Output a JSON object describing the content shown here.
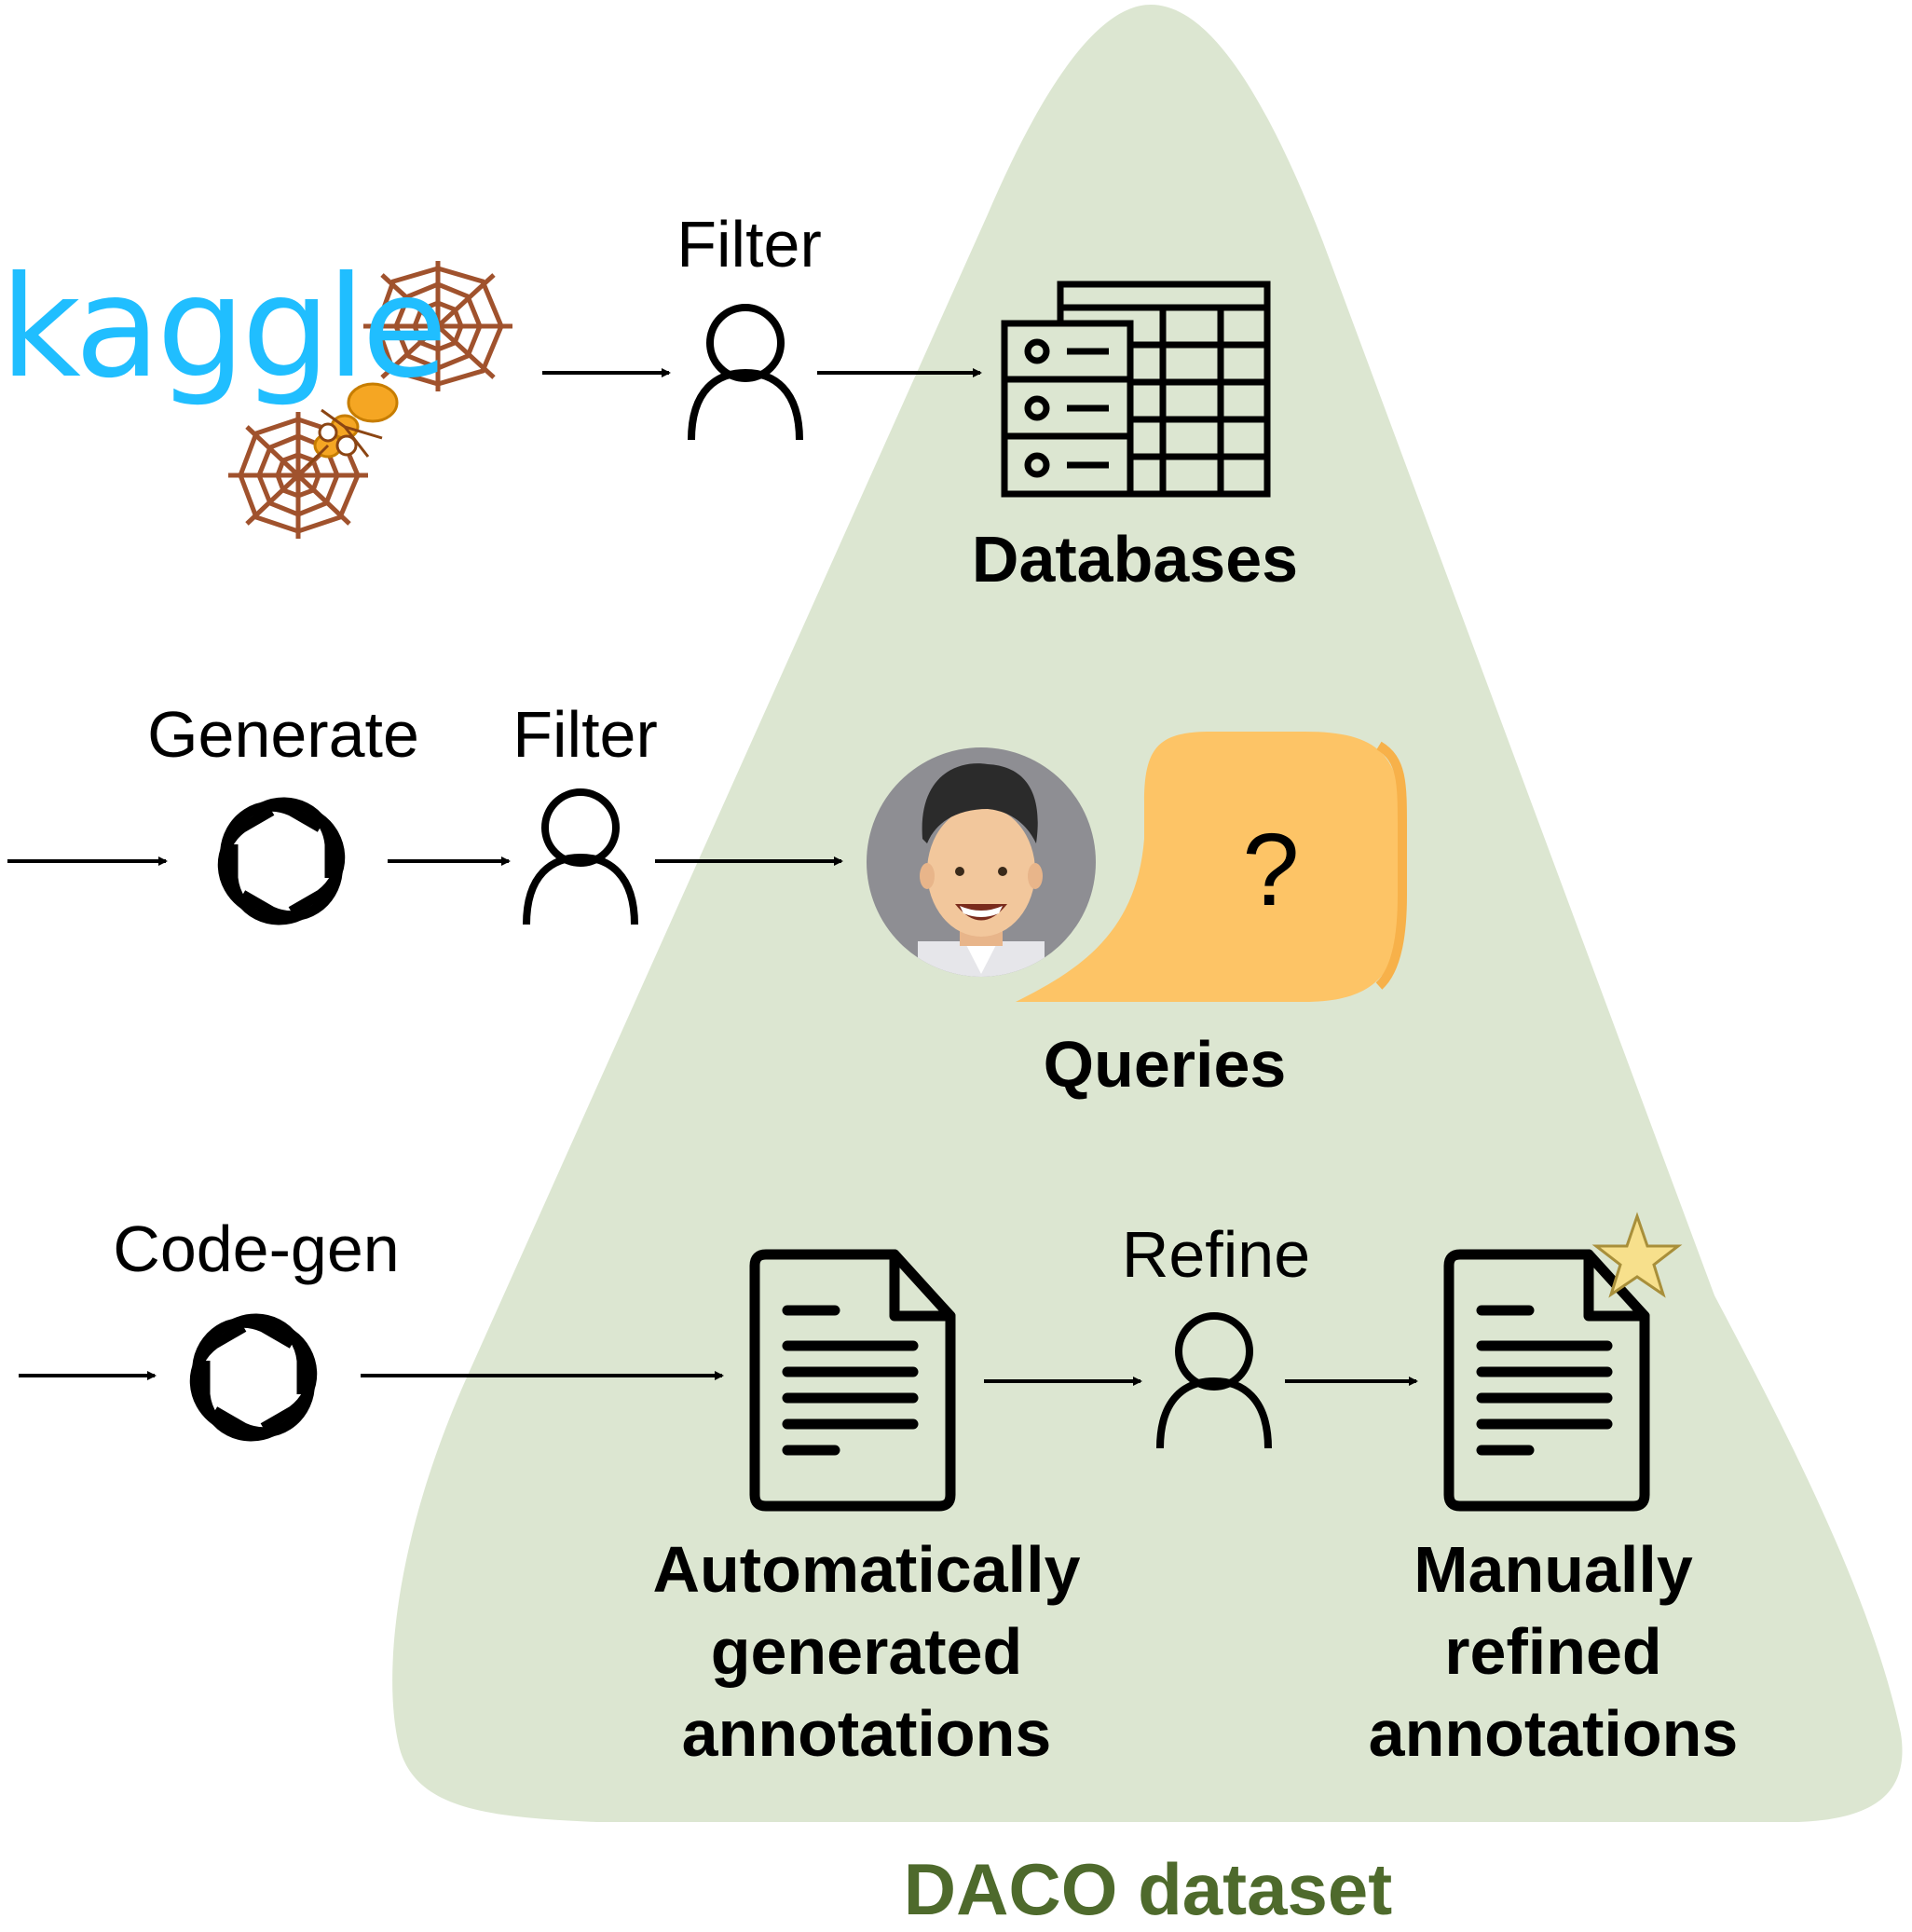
{
  "dataset_title": "DACO dataset",
  "colors": {
    "region_fill": "#dce6d1",
    "title": "#4e6a2c",
    "kaggle_blue": "#20beff",
    "web_brown": "#a0522d",
    "bubble": "#fdc466",
    "star": "#f7e08c"
  },
  "source": {
    "name": "kaggle"
  },
  "rows": {
    "databases": {
      "step_label": "Filter",
      "output_label": "Databases"
    },
    "queries": {
      "step1_label": "Generate",
      "step2_label": "Filter",
      "output_label": "Queries",
      "bubble_text": "?"
    },
    "annotations": {
      "step1_label": "Code-gen",
      "auto_label_lines": [
        "Automatically",
        "generated",
        "annotations"
      ],
      "refine_label": "Refine",
      "manual_label_lines": [
        "Manually",
        "refined",
        "annotations"
      ]
    }
  },
  "icons": [
    "spider-web-icon",
    "ant-icon",
    "person-icon",
    "database-table-icon",
    "openai-logo-icon",
    "user-avatar-icon",
    "speech-bubble-icon",
    "document-icon",
    "star-icon",
    "arrow-icon"
  ]
}
